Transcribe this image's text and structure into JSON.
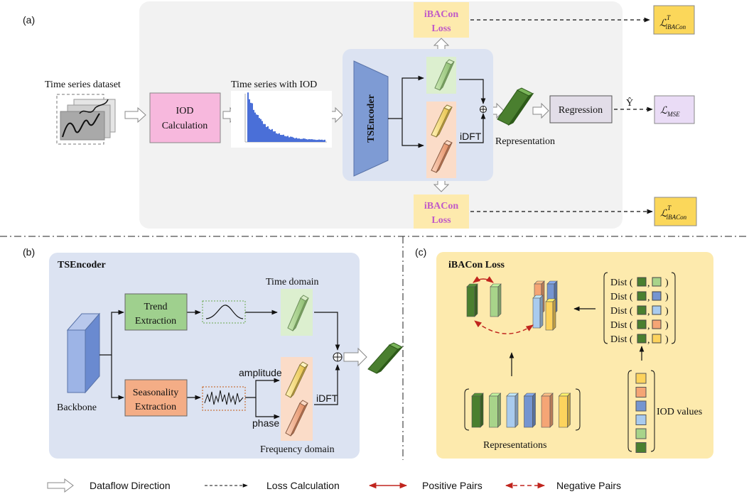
{
  "panel_a": {
    "tag": "(a)",
    "dataset_label": "Time series dataset",
    "iod_calc": [
      "IOD",
      "Calculation"
    ],
    "ts_with_iod": "Time series with IOD",
    "encoder": "TSEncoder",
    "ibacon_top": [
      "iBACon",
      "Loss"
    ],
    "ibacon_bottom": [
      "iBACon",
      "Loss"
    ],
    "idft": "iDFT",
    "representation": "Representation",
    "regression": "Regression",
    "y_hat": "Ŷ",
    "loss_top": {
      "main": "ℒ",
      "sup": "T",
      "sub": "iBACon"
    },
    "loss_mse": {
      "main": "ℒ",
      "sub": "MSE"
    },
    "loss_bottom": {
      "main": "ℒ",
      "sup": "T",
      "sub": "iBACon"
    }
  },
  "panel_b": {
    "tag": "(b)",
    "title": "TSEncoder",
    "trend": [
      "Trend",
      "Extraction"
    ],
    "seasonality": [
      "Seasonality",
      "Extraction"
    ],
    "backbone": "Backbone",
    "time_domain": "Time domain",
    "frequency_domain": "Frequency domain",
    "amplitude": "amplitude",
    "phase": "phase",
    "idft": "iDFT"
  },
  "panel_c": {
    "tag": "(c)",
    "title": "iBACon Loss",
    "dist": "Dist (",
    "close": ")",
    "comma": ",",
    "representations": "Representations",
    "iod_values": "IOD values"
  },
  "legend": {
    "dataflow": "Dataflow Direction",
    "loss_calc": "Loss Calculation",
    "positive": "Positive Pairs",
    "negative": "Negative Pairs"
  },
  "colors": {
    "gray_bg": "#f2f2f2",
    "blue_bg": "#dce3f2",
    "yellow_bg": "#fdeaad",
    "pink_box": "#f7b8dd",
    "green_box": "#9fd08e",
    "orange_box": "#f4ad86",
    "loss_yellow": "#fbd75a",
    "mse_purple": "#eadcf6",
    "rep_dark_green": "#4a7f2f",
    "light_green": "#a8d48a",
    "blue": "#7595d0",
    "light_blue": "#a9cbee",
    "orange": "#f5a575",
    "yellow": "#fdd35d",
    "red_arrow": "#c0251e"
  },
  "iod_swatches": [
    "yellow",
    "orange",
    "blue",
    "light_blue",
    "light_green",
    "dark_green"
  ],
  "dist_pairs": [
    "light_green",
    "blue",
    "light_blue",
    "orange",
    "yellow"
  ],
  "rep_bars": [
    "dark_green",
    "light_green",
    "light_blue",
    "blue",
    "orange",
    "yellow"
  ]
}
